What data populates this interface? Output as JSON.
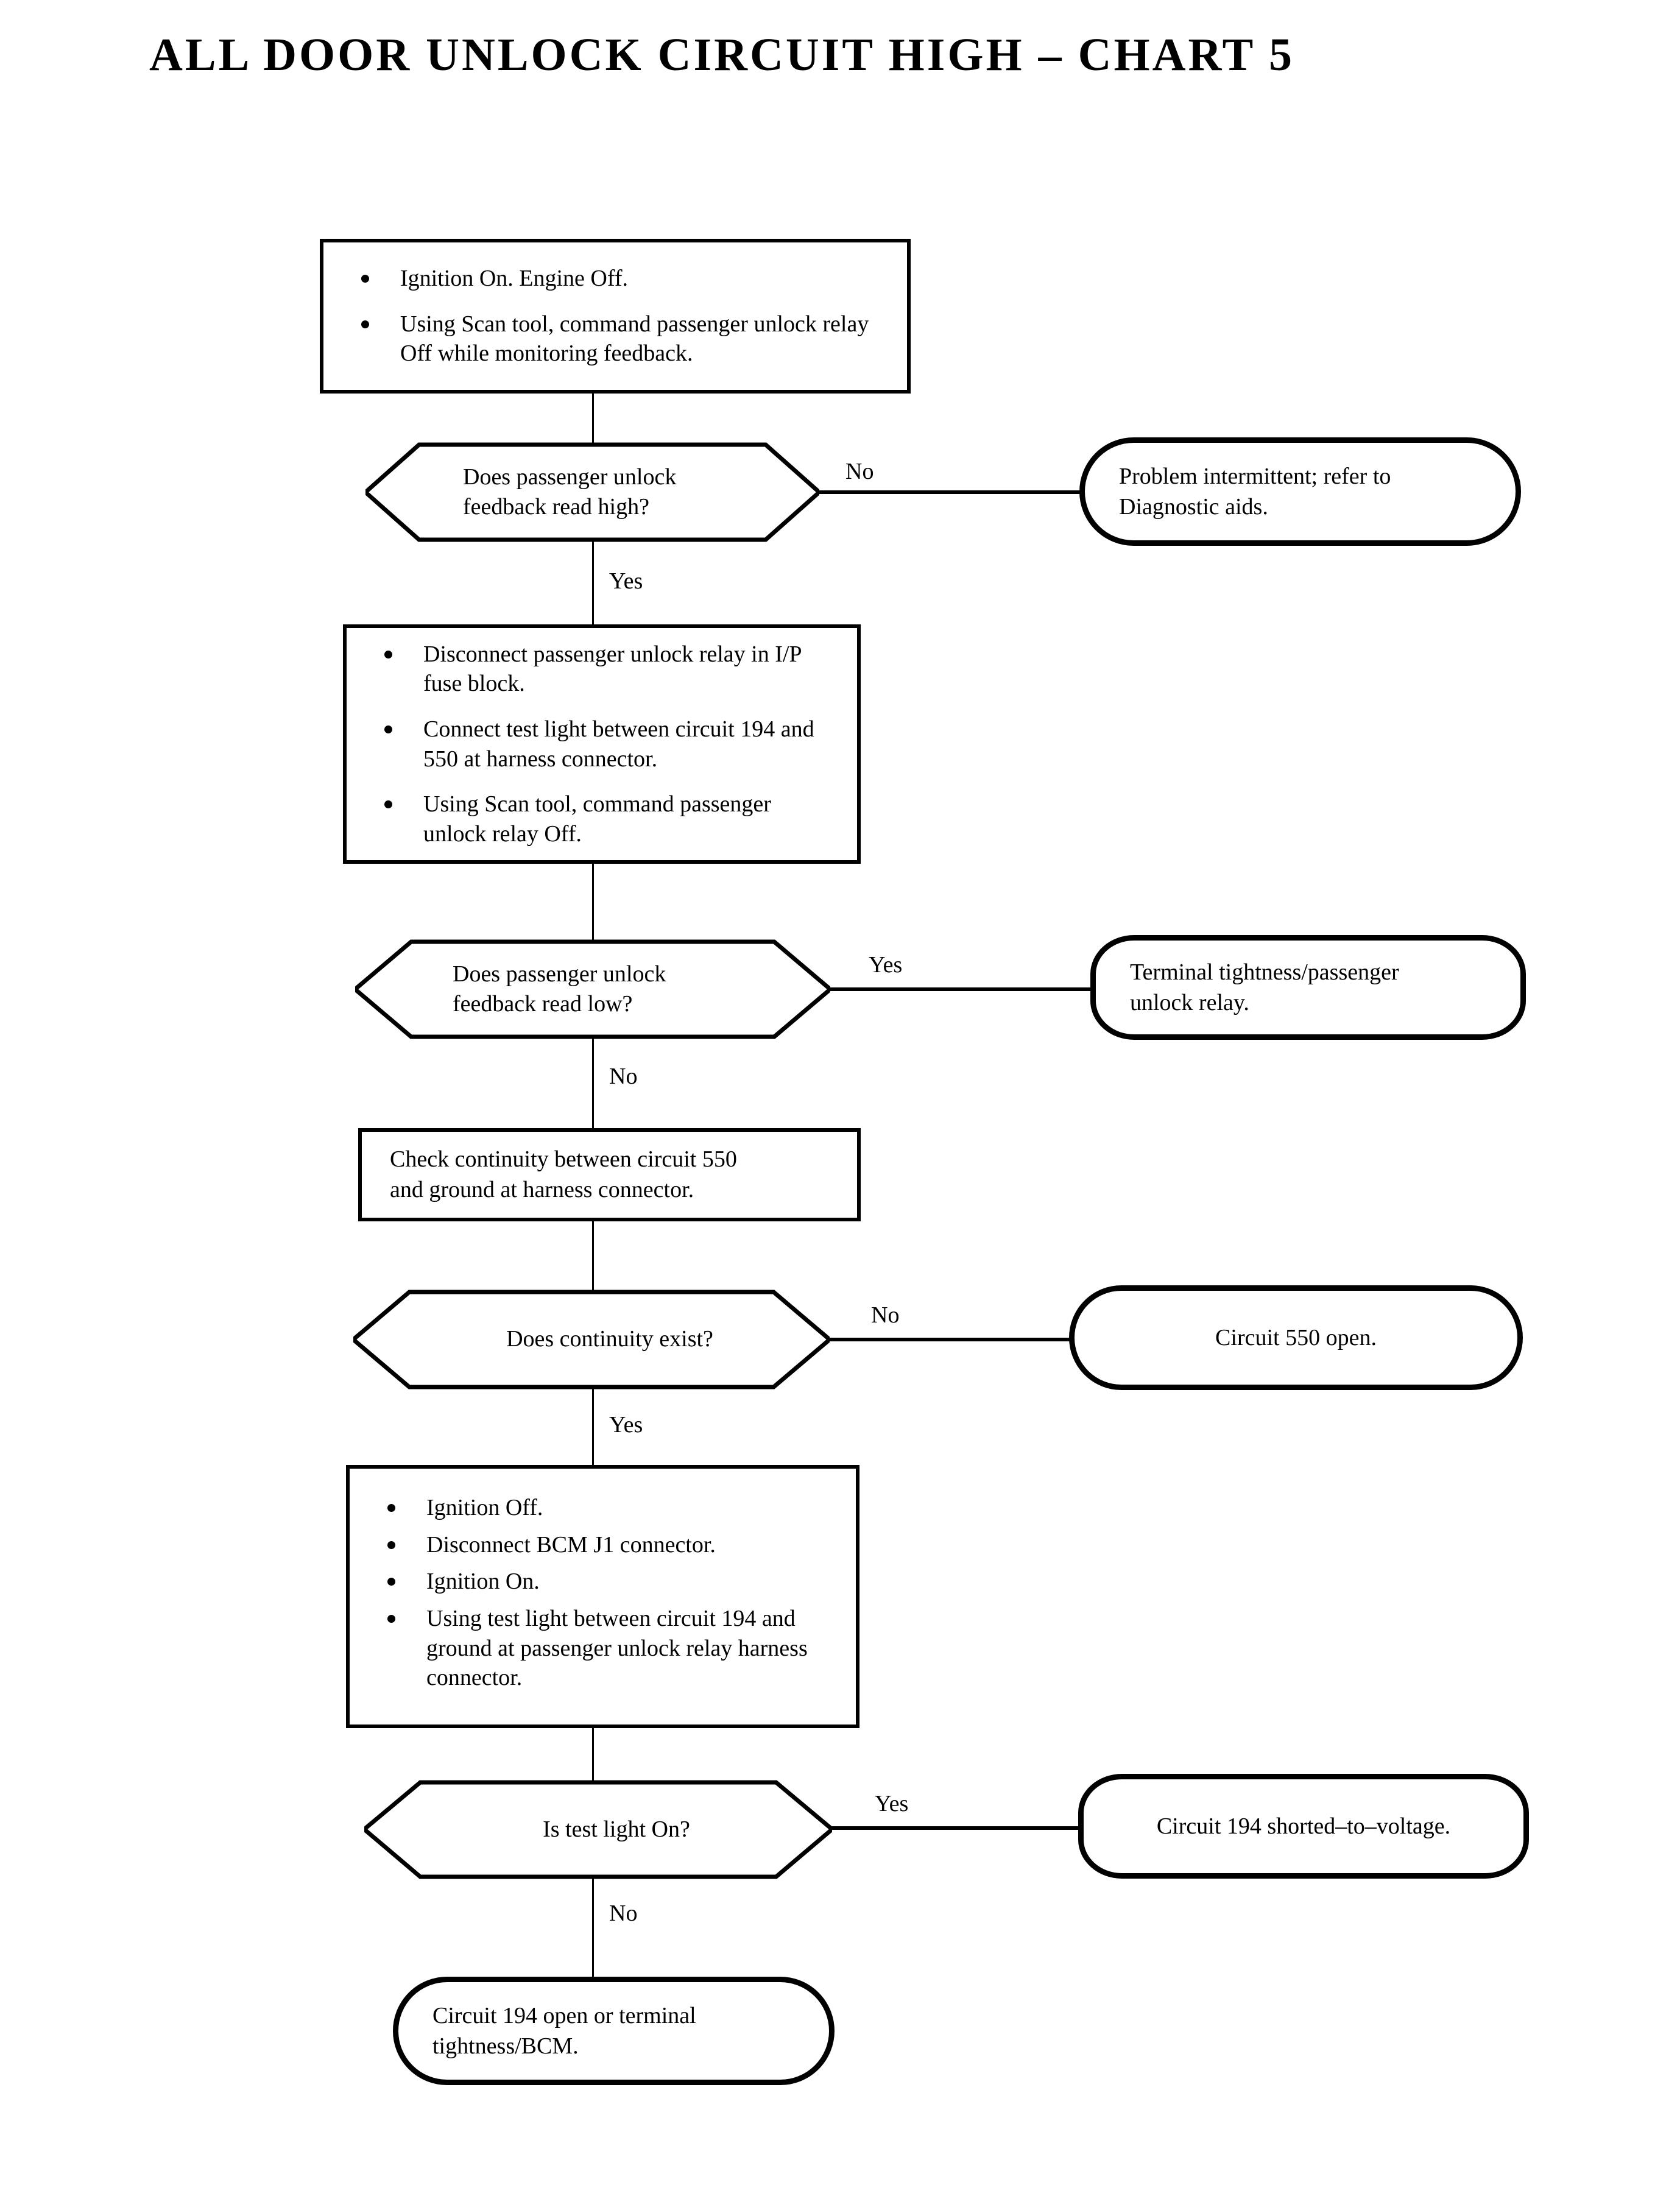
{
  "title": "ALL DOOR UNLOCK CIRCUIT HIGH – CHART 5",
  "chart_data": {
    "type": "flowchart",
    "title": "ALL DOOR UNLOCK CIRCUIT HIGH – CHART 5",
    "orientation": "top-to-bottom",
    "node_shapes": {
      "process": "rectangle",
      "decision": "hexagon",
      "terminal": "rounded-rectangle"
    },
    "edge_labels": [
      "Yes",
      "No"
    ]
  },
  "nodes": {
    "step1": {
      "type": "process",
      "bullets": [
        "Ignition On. Engine Off.",
        "Using Scan tool, command passenger unlock relay Off while monitoring feedback."
      ]
    },
    "decision1": {
      "type": "decision",
      "line1": "Does passenger unlock",
      "line2": "feedback read high?",
      "yes_label": "Yes",
      "no_label": "No"
    },
    "terminal1": {
      "type": "terminal",
      "line1": "Problem intermittent; refer to",
      "line2": "Diagnostic aids."
    },
    "step2": {
      "type": "process",
      "bullets": [
        "Disconnect passenger unlock relay in I/P fuse block.",
        "Connect test light between circuit 194 and 550 at harness connector.",
        "Using Scan tool, command passenger unlock relay Off."
      ]
    },
    "decision2": {
      "type": "decision",
      "line1": "Does passenger unlock",
      "line2": "feedback read low?",
      "yes_label": "Yes",
      "no_label": "No"
    },
    "terminal2": {
      "type": "terminal",
      "line1": "Terminal tightness/passenger",
      "line2": "unlock relay."
    },
    "step3": {
      "type": "process",
      "line1": "Check continuity between circuit 550",
      "line2": "and ground at harness connector."
    },
    "decision3": {
      "type": "decision",
      "line1": "Does continuity exist?",
      "yes_label": "Yes",
      "no_label": "No"
    },
    "terminal3": {
      "type": "terminal",
      "line1": "Circuit 550 open."
    },
    "step4": {
      "type": "process",
      "bullets": [
        "Ignition Off.",
        "Disconnect BCM J1 connector.",
        "Ignition On.",
        "Using test light between circuit 194 and ground at passenger unlock relay harness connector."
      ]
    },
    "decision4": {
      "type": "decision",
      "line1": "Is test light On?",
      "yes_label": "Yes",
      "no_label": "No"
    },
    "terminal4": {
      "type": "terminal",
      "line1": "Circuit 194 shorted–to–voltage."
    },
    "terminal5": {
      "type": "terminal",
      "line1": "Circuit 194 open or terminal",
      "line2": "tightness/BCM."
    }
  }
}
